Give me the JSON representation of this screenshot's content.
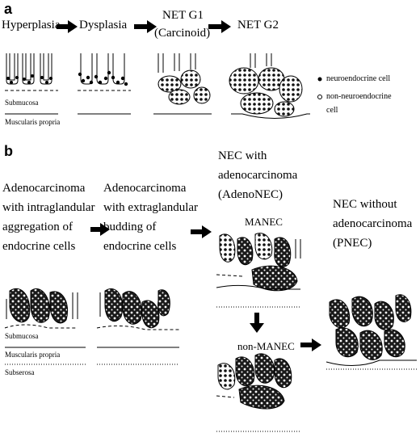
{
  "panel_a": {
    "letter": "a",
    "stages": [
      "Hyperplasia",
      "Dysplasia",
      "NET G1",
      "(Carcinoid)",
      "NET G2"
    ],
    "layers": {
      "submucosa": "Submucosa",
      "muscularis": "Muscularis propria"
    },
    "legend": {
      "neuro": "neuroendocrine cell",
      "non_neuro_line1": "non-neuroendocrine",
      "non_neuro_line2": "cell"
    }
  },
  "panel_b": {
    "letter": "b",
    "stage1": [
      "Adenocarcinoma",
      "with intraglandular",
      "aggregation of",
      "endocrine cells"
    ],
    "stage2": [
      "Adenocarcinoma",
      "with extraglandular",
      "budding of",
      "endocrine cells"
    ],
    "adenonec": [
      "NEC with",
      "adenocarcinoma",
      "(AdenoNEC)"
    ],
    "manec": "MANEC",
    "non_manec": "non-MANEC",
    "pnec": [
      "NEC without",
      "adenocarcinoma",
      "(PNEC)"
    ],
    "layers": {
      "submucosa": "Submucosa",
      "muscularis": "Muscularis propria",
      "subserosa": "Subserosa"
    }
  },
  "colors": {
    "ink": "#000000",
    "fill_dark": "#1a1a1a",
    "background": "#ffffff"
  }
}
